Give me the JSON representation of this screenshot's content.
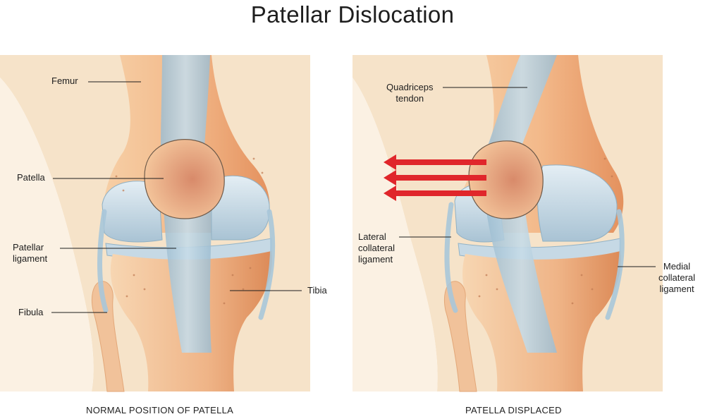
{
  "title": "Patellar Dislocation",
  "panels": {
    "normal": {
      "caption": "NORMAL POSITION OF PATELLA",
      "labels": {
        "femur": "Femur",
        "patella": "Patella",
        "patellar_ligament": "Patellar\nligament",
        "fibula": "Fibula",
        "tibia": "Tibia"
      }
    },
    "displaced": {
      "caption": "PATELLA DISPLACED",
      "labels": {
        "quadriceps_tendon": "Quadriceps\ntendon",
        "lateral_collateral_ligament": "Lateral\ncollateral\nligament",
        "medial_collateral_ligament": "Medial\ncollateral\nligament"
      }
    }
  },
  "colors": {
    "skin": "#f6e3c9",
    "bone": "#f2b98a",
    "bone_dark": "#e08a55",
    "cartilage": "#c9dbe6",
    "ligament": "#a9c7d9",
    "arrow": "#e0262b"
  }
}
